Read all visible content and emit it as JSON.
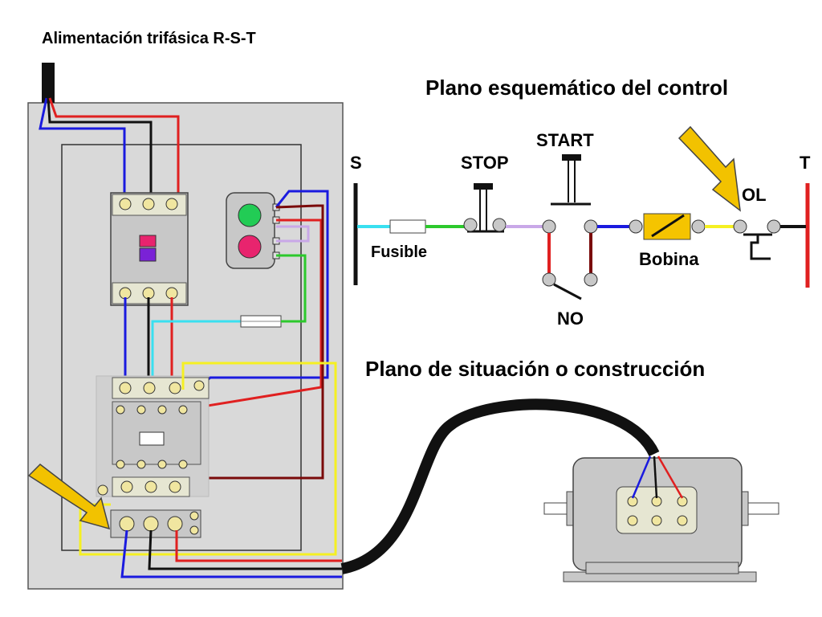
{
  "title_power": "Alimentación trifásica R-S-T",
  "title_control": "Plano esquemático del control",
  "title_construction": "Plano de situación o construcción",
  "schematic": {
    "line_s": "S",
    "line_t": "T",
    "stop": "STOP",
    "start": "START",
    "fuse": "Fusible",
    "coil": "Bobina",
    "overload": "OL",
    "no_contact": "NO"
  },
  "colors": {
    "panel": "#d9d9d9",
    "wire_red": "#e02020",
    "wire_blue": "#1a1adf",
    "wire_black": "#111111",
    "wire_yellow": "#f5f022",
    "wire_cyan": "#39e0f0",
    "wire_green": "#2cc92c",
    "wire_darkred": "#7a0a0a",
    "wire_lavender": "#c9a8e8",
    "arrow": "#f2c200",
    "button_green": "#22cc55",
    "button_red": "#e8246e",
    "coil_fill": "#f5c400"
  },
  "icons": [
    "arrow-pointer-icon",
    "contactor-icon",
    "motor-icon",
    "pushbutton-station-icon"
  ]
}
